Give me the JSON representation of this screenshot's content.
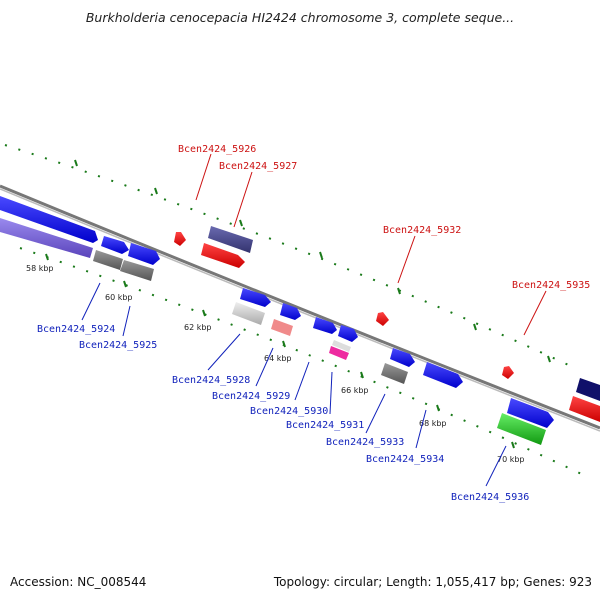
{
  "title": "Burkholderia cenocepacia HI2424 chromosome 3, complete seque...",
  "footer": {
    "accession": "Accession: NC_008544",
    "summary": "Topology: circular; Length: 1,055,417 bp; Genes: 923"
  },
  "kbp_labels": [
    "58 kbp",
    "60 kbp",
    "62 kbp",
    "64 kbp",
    "66 kbp",
    "68 kbp",
    "70 kbp"
  ],
  "genes_top": [
    "Bcen2424_5926",
    "Bcen2424_5927",
    "Bcen2424_5932",
    "Bcen2424_5935"
  ],
  "genes_bottom": [
    "Bcen2424_5924",
    "Bcen2424_5925",
    "Bcen2424_5928",
    "Bcen2424_5929",
    "Bcen2424_5930",
    "Bcen2424_5931",
    "Bcen2424_5933",
    "Bcen2424_5934",
    "Bcen2424_5936"
  ],
  "colors": {
    "backbone": "#888888",
    "ticks": "#1a7a1a",
    "label_red": "#cc1111",
    "label_blue": "#1122bb"
  }
}
